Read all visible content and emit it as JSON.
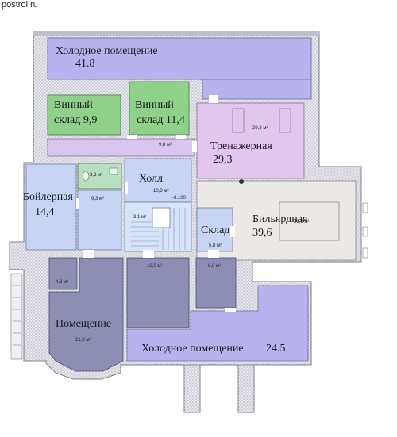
{
  "site": {
    "label": "postroi.ru"
  },
  "colors": {
    "wall": "#e4e4ea",
    "cold_room": "#b8b2ee",
    "wine": "#8fd08a",
    "gym": "#e2c6ee",
    "corridor": "#d8c6ee",
    "hall": "#c7d4f4",
    "boiler": "#c7d4f4",
    "storage": "#c7d4f4",
    "billiard": "#ece8e6",
    "room": "#8c8eb4"
  },
  "rooms": {
    "cold_top": {
      "name": "Холодное помещение",
      "area": "41.8"
    },
    "wine1": {
      "name_line1": "Винный",
      "name_line2": "склад  9,9"
    },
    "wine2": {
      "name_line1": "Винный",
      "name_line2": "склад  11,4"
    },
    "gym": {
      "name": "Тренажерная",
      "area": "29,3",
      "small_area": "29,3 м²"
    },
    "corridor": {
      "small_area": "9,8 м²"
    },
    "hall": {
      "name": "Холл",
      "small_area": "10,3 м²",
      "level": "-3.100"
    },
    "bath": {
      "small_area": "3,3 м²"
    },
    "boiler": {
      "name": "Бойлерная",
      "area": "14,4"
    },
    "room93": {
      "small_area": "9,3 м²"
    },
    "stairs": {
      "small_area": "3,1 м²"
    },
    "storage": {
      "name": "Склад",
      "small_area": "5,8 м²"
    },
    "billiard": {
      "name": "Бильярдная",
      "area": "39,6",
      "small_area": "39,6 м²"
    },
    "room48": {
      "small_area": "4,8 м²"
    },
    "room100": {
      "small_area": "10,0 м²"
    },
    "room60": {
      "small_area": "6,0 м²"
    },
    "pomesh": {
      "name": "Помещение",
      "small_area": "21,8 м²"
    },
    "cold_bottom": {
      "name": "Холодное помещение",
      "area": "24.5"
    }
  }
}
